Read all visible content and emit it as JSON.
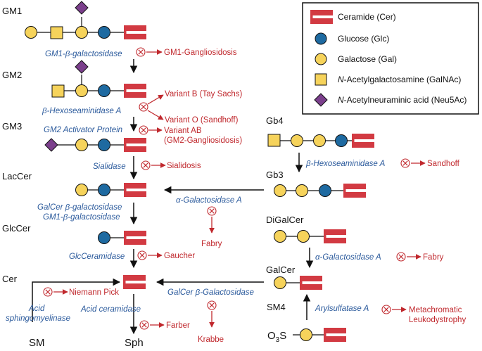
{
  "colors": {
    "ceramide": "#d23a42",
    "glucose": "#1e6aa1",
    "galactose": "#f6d35b",
    "galnac": "#f6d35b",
    "neu5ac": "#7b3f8c",
    "enzyme_text": "#2b5a9c",
    "disease_text": "#c0282d",
    "arrow": "#111111"
  },
  "legend": {
    "items": [
      {
        "icon": "ceramide-icon",
        "label": "Ceramide (Cer)"
      },
      {
        "icon": "glucose-circle-icon",
        "label": "Glucose (Glc)"
      },
      {
        "icon": "galactose-circle-icon",
        "label": "Galactose (Gal)"
      },
      {
        "icon": "galnac-square-icon",
        "label_prefix": "N",
        "label": "-Acetylgalactosamine (GalNAc)"
      },
      {
        "icon": "neu5ac-diamond-icon",
        "label_prefix": "N",
        "label": "-Acetylneuraminic acid (Neu5Ac)"
      }
    ]
  },
  "compounds": {
    "gm1": "GM1",
    "gm2": "GM2",
    "gm3": "GM3",
    "laccer": "LacCer",
    "glccer": "GlcCer",
    "cer": "Cer",
    "gb4": "Gb4",
    "gb3": "Gb3",
    "digalcer": "DiGalCer",
    "galcer": "GalCer",
    "sm4": "SM4",
    "sm": "SM",
    "sph": "Sph",
    "sm4_prefix": "O",
    "sm4_sub": "3",
    "sm4_suffix": "S"
  },
  "enzymes": {
    "gm1_beta_gal": "GM1-β-galactosidase",
    "beta_hex": "β-Hexoseaminidase A",
    "gm2_activator": "GM2 Activator Protein",
    "sialidase": "Sialidase",
    "galcer_gm1_line1": "GalCer β-galactosidase",
    "galcer_gm1_line2": "GM1-β-galactosidase",
    "glcceramidase": "GlcCeramidase",
    "acid_sm_line1": "Acid",
    "acid_sm_line2": "sphingomyelinase",
    "acid_ceramidase": "Acid ceramidase",
    "beta_hex_gb4": "β-Hexoseaminidase A",
    "alpha_gal_a_gb3": "α-Galactosidase A",
    "alpha_gal_a_digal": "α-Galactosidase A",
    "galcer_beta_gal": "GalCer β-Galactosidase",
    "arylsulfatase": "Arylsulfatase A"
  },
  "diseases": {
    "gm1_gangliosidosis": "GM1-Gangliosidosis",
    "variant_b": "Variant B (Tay Sachs)",
    "variant_o": "Variant O (Sandhoff)",
    "variant_ab_line1": "Variant AB",
    "variant_ab_line2": "(GM2-Gangliosidosis)",
    "sialidosis": "Sialidosis",
    "gaucher": "Gaucher",
    "niemann_pick": "Niemann Pick",
    "farber": "Farber",
    "sandhoff": "Sandhoff",
    "fabry_gb3": "Fabry",
    "fabry_digal": "Fabry",
    "krabbe": "Krabbe",
    "mld_line1": "Metachromatic",
    "mld_line2": "Leukodystrophy"
  }
}
